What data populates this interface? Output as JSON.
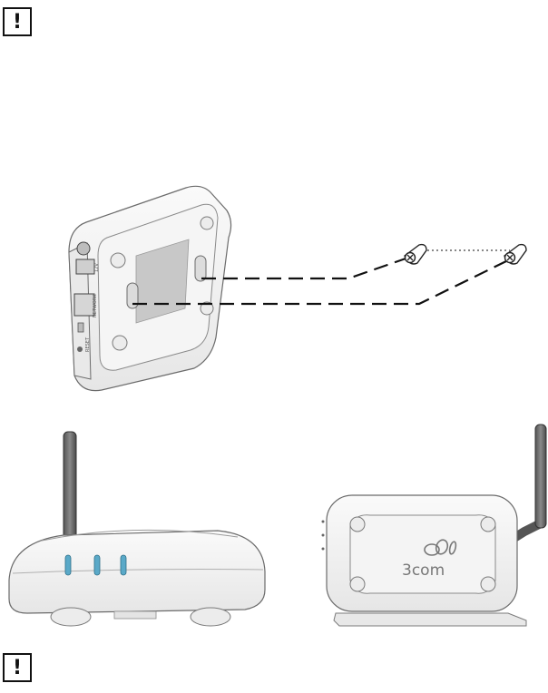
{
  "notices": {
    "top_symbol": "!",
    "bottom_symbol": "!"
  },
  "wall_mount": {
    "port_labels": {
      "reset": "RESET",
      "network": "NETWORK",
      "power": "12V"
    }
  },
  "desktop_unit": {
    "led_count": 3
  },
  "back_view": {
    "brand": "3com"
  },
  "colors": {
    "led": "#5aa9c8",
    "outline": "#6b6b6b",
    "body": "#f3f3f3"
  }
}
